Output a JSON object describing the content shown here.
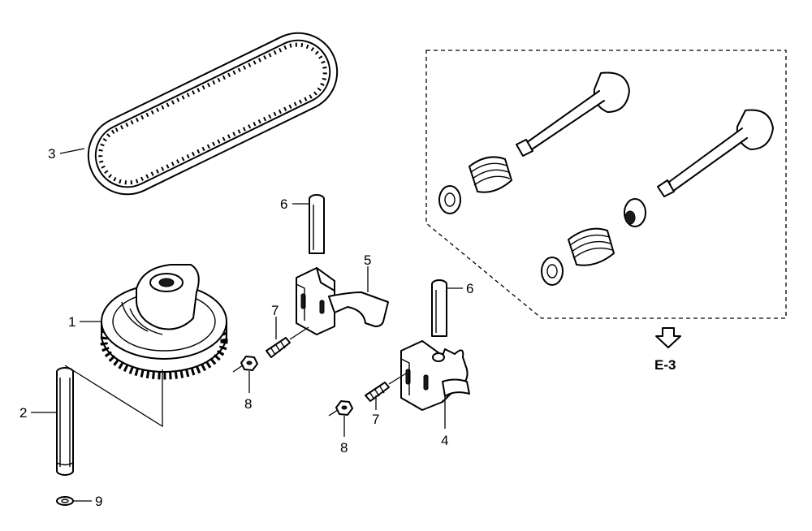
{
  "callouts": [
    {
      "label": "1"
    },
    {
      "label": "2"
    },
    {
      "label": "3"
    },
    {
      "label": "4"
    },
    {
      "label": "5"
    },
    {
      "label": "6"
    },
    {
      "label": "6"
    },
    {
      "label": "7"
    },
    {
      "label": "7"
    },
    {
      "label": "8"
    },
    {
      "label": "8"
    },
    {
      "label": "9"
    }
  ],
  "reference": {
    "label": "E-3"
  }
}
